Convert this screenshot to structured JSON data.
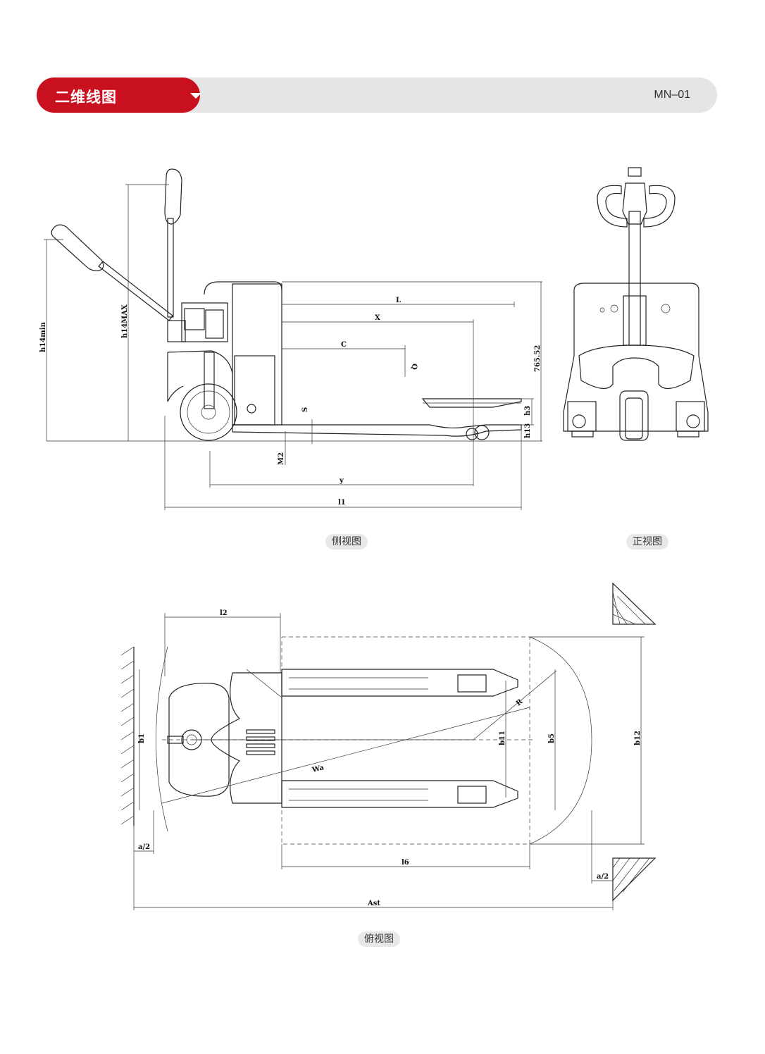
{
  "header": {
    "title": "二维线图",
    "model": "MN–01"
  },
  "captions": {
    "side_view": "侧视图",
    "front_view": "正视图",
    "top_view": "俯视图"
  },
  "side_dims": {
    "L": "L",
    "X": "X",
    "C": "C",
    "Q": "Q",
    "S": "S",
    "h14min": "h14min",
    "h14max": "h14MAX",
    "height": "765.52",
    "h3": "h3",
    "h13": "h13",
    "m2": "M2",
    "y": "y",
    "l1": "l1"
  },
  "top_dims": {
    "l2": "l2",
    "b1": "b1",
    "b11": "b11",
    "b5": "b5",
    "b12": "b12",
    "R": "R",
    "Wa": "Wa",
    "a2_left": "a/2",
    "a2_right": "a/2",
    "l6": "l6",
    "Ast": "Ast"
  },
  "colors": {
    "accent_red": "#c8101e",
    "header_grey": "#e5e5e5"
  }
}
